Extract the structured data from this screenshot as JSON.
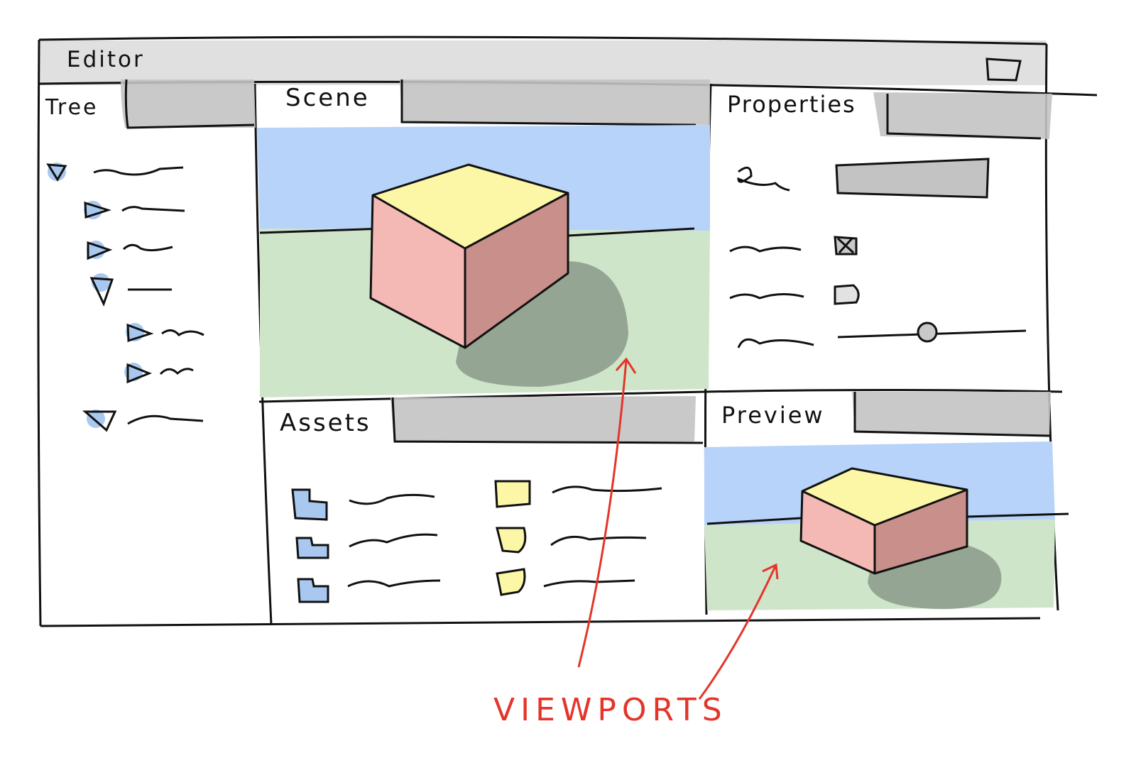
{
  "window": {
    "title": "Editor",
    "maximize_icon": "window-maximize-icon"
  },
  "panels": {
    "tree": {
      "title": "Tree"
    },
    "scene": {
      "title": "Scene"
    },
    "properties": {
      "title": "Properties",
      "fields": [
        {
          "control": "text-input"
        },
        {
          "control": "checkbox",
          "checked": true
        },
        {
          "control": "checkbox",
          "checked": false
        },
        {
          "control": "slider",
          "value": 0.48
        }
      ]
    },
    "assets": {
      "title": "Assets"
    },
    "preview": {
      "title": "Preview"
    }
  },
  "annotation": {
    "text": "VIEWPORTS",
    "color": "#e3352a"
  },
  "colors": {
    "sky": "#b7d3fa",
    "ground": "#cfe5c9",
    "cube_top": "#fbf7a6",
    "cube_side": "#f4b9b4",
    "shadow": "#8b9a89",
    "title_bar": "#e0e0e0",
    "tab_gray": "#c3c3c3",
    "icon_blue": "#a8c8f0"
  }
}
